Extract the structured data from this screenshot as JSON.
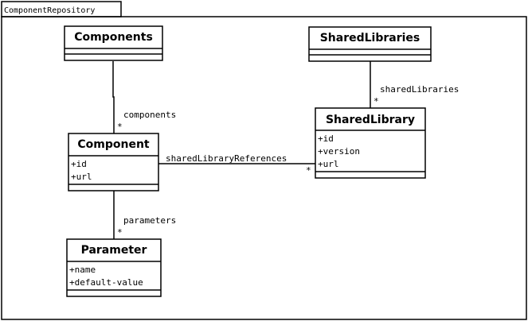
{
  "package": {
    "name": "ComponentRepository"
  },
  "classes": {
    "components": {
      "name": "Components",
      "attributes": []
    },
    "shared_libraries": {
      "name": "SharedLibraries",
      "attributes": []
    },
    "component": {
      "name": "Component",
      "attributes": [
        "+id",
        "+url"
      ]
    },
    "shared_library": {
      "name": "SharedLibrary",
      "attributes": [
        "+id",
        "+version",
        "+url"
      ]
    },
    "parameter": {
      "name": "Parameter",
      "attributes": [
        "+name",
        "+default-value"
      ]
    }
  },
  "associations": {
    "components": {
      "role": "components",
      "multiplicity": "*"
    },
    "shared_libraries": {
      "role": "sharedLibraries",
      "multiplicity": "*"
    },
    "shared_library_references": {
      "role": "sharedLibraryReferences",
      "multiplicity": "*"
    },
    "parameters": {
      "role": "parameters",
      "multiplicity": "*"
    }
  }
}
